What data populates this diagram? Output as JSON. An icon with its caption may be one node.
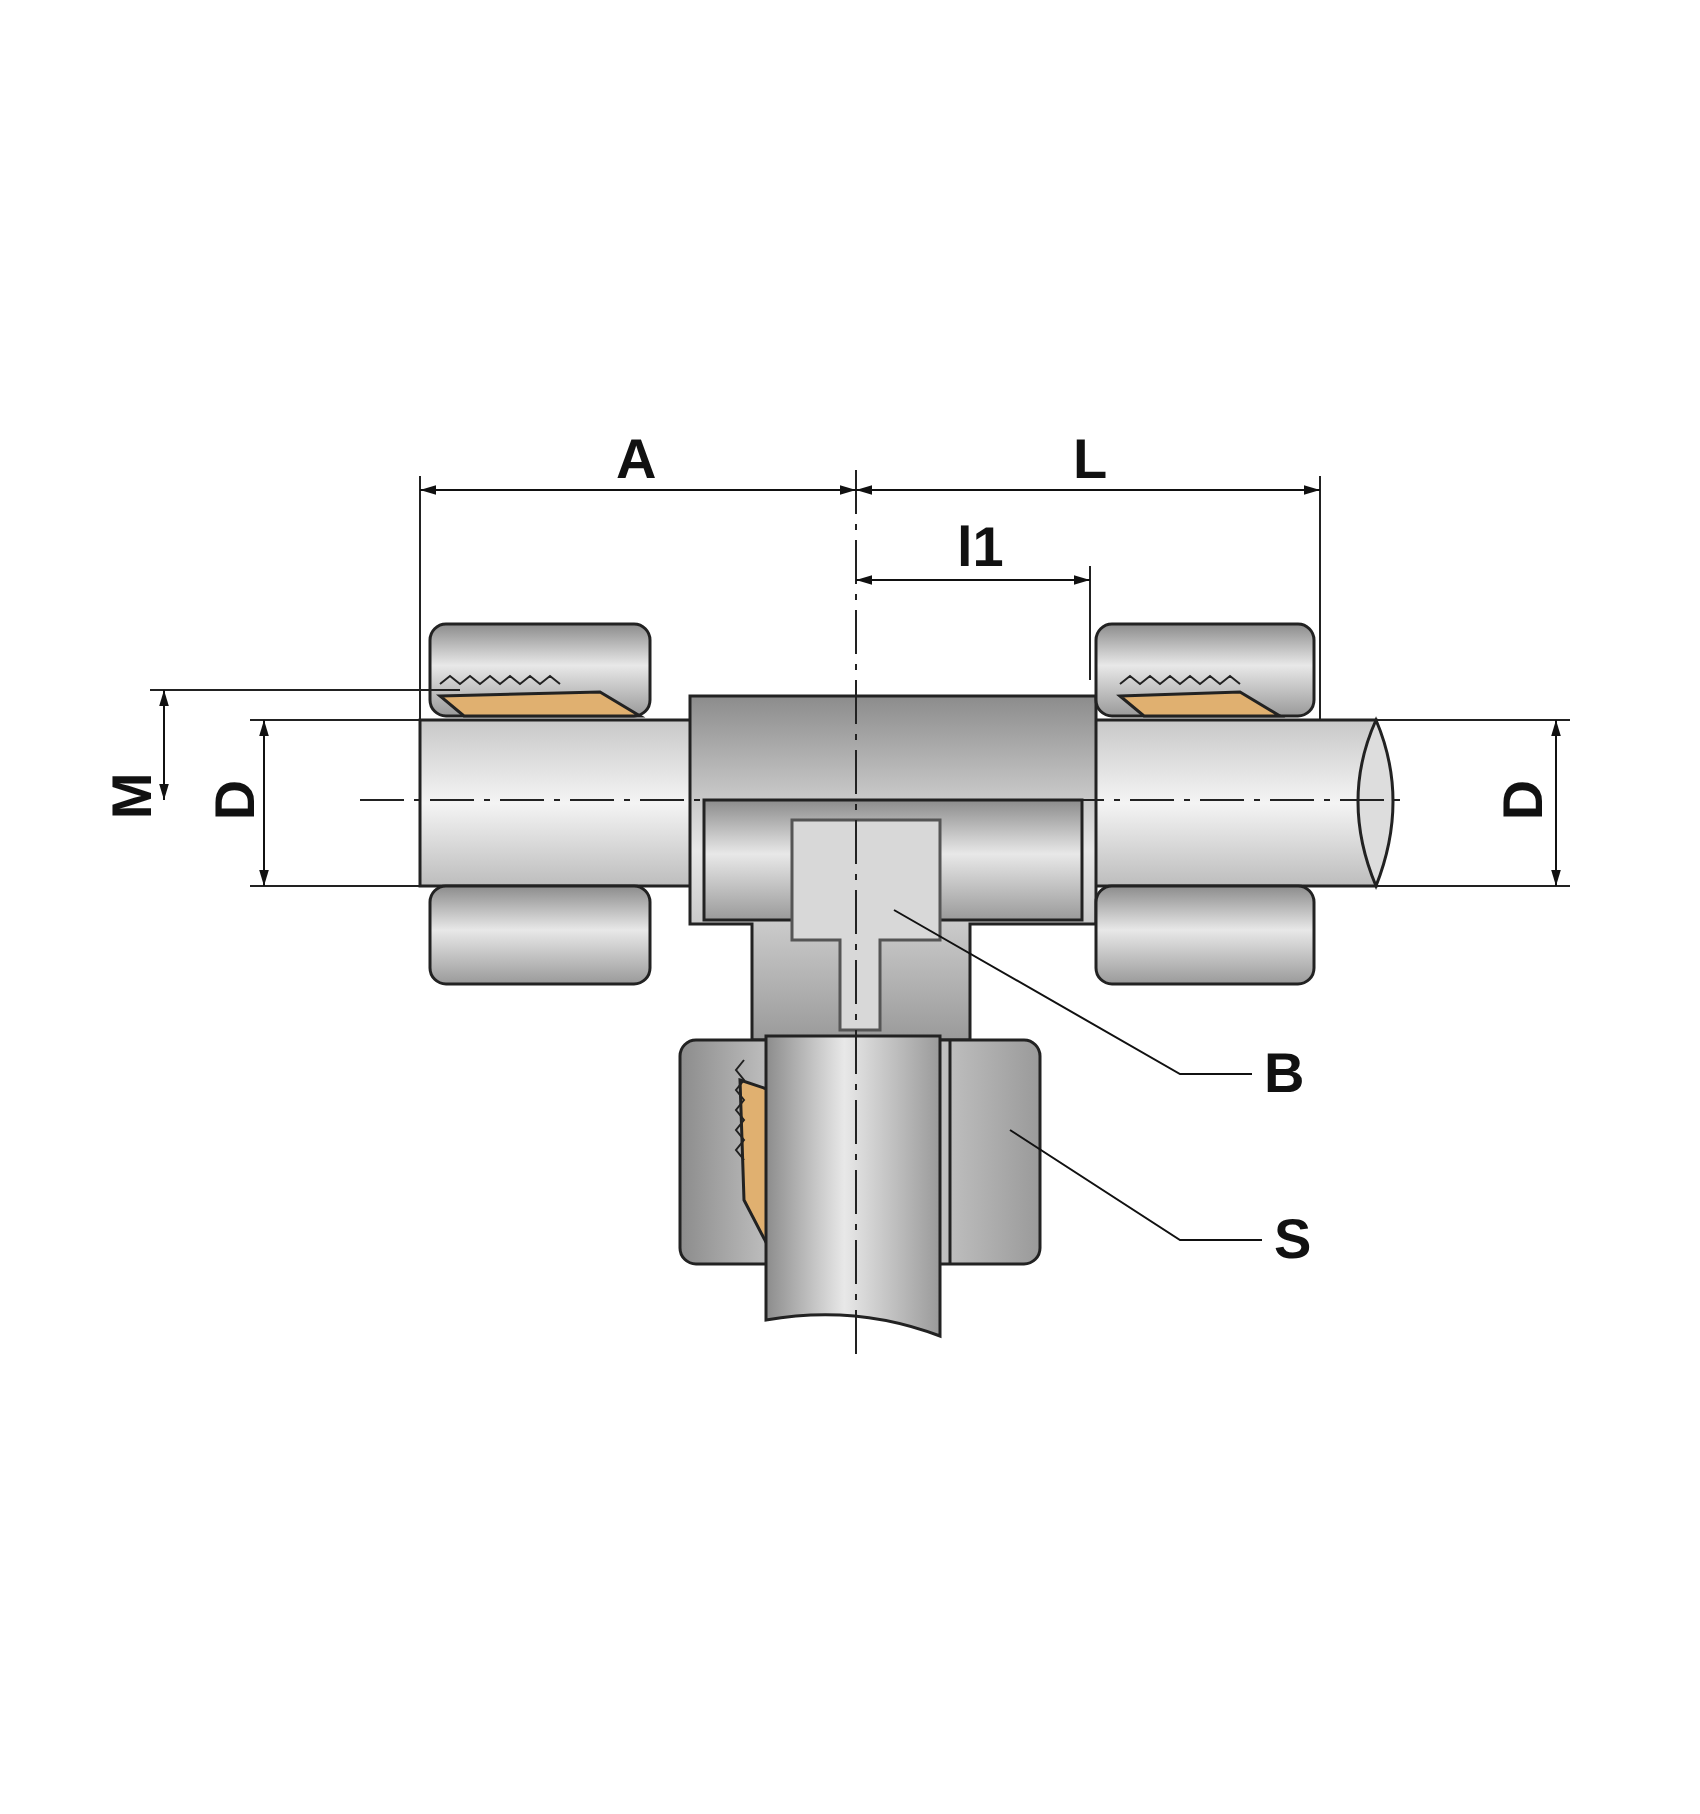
{
  "diagram": {
    "nodes": [
      {
        "text": [
          "B"
        ]
      },
      {
        "text": [
          "S"
        ]
      }
    ],
    "edges": [
      {
        "from": 0,
        "to": null,
        "arrow": "none"
      },
      {
        "from": 1,
        "to": null,
        "arrow": "none"
      }
    ],
    "labels": [
      "A",
      "L",
      "l1",
      "M",
      "D",
      "D"
    ]
  }
}
